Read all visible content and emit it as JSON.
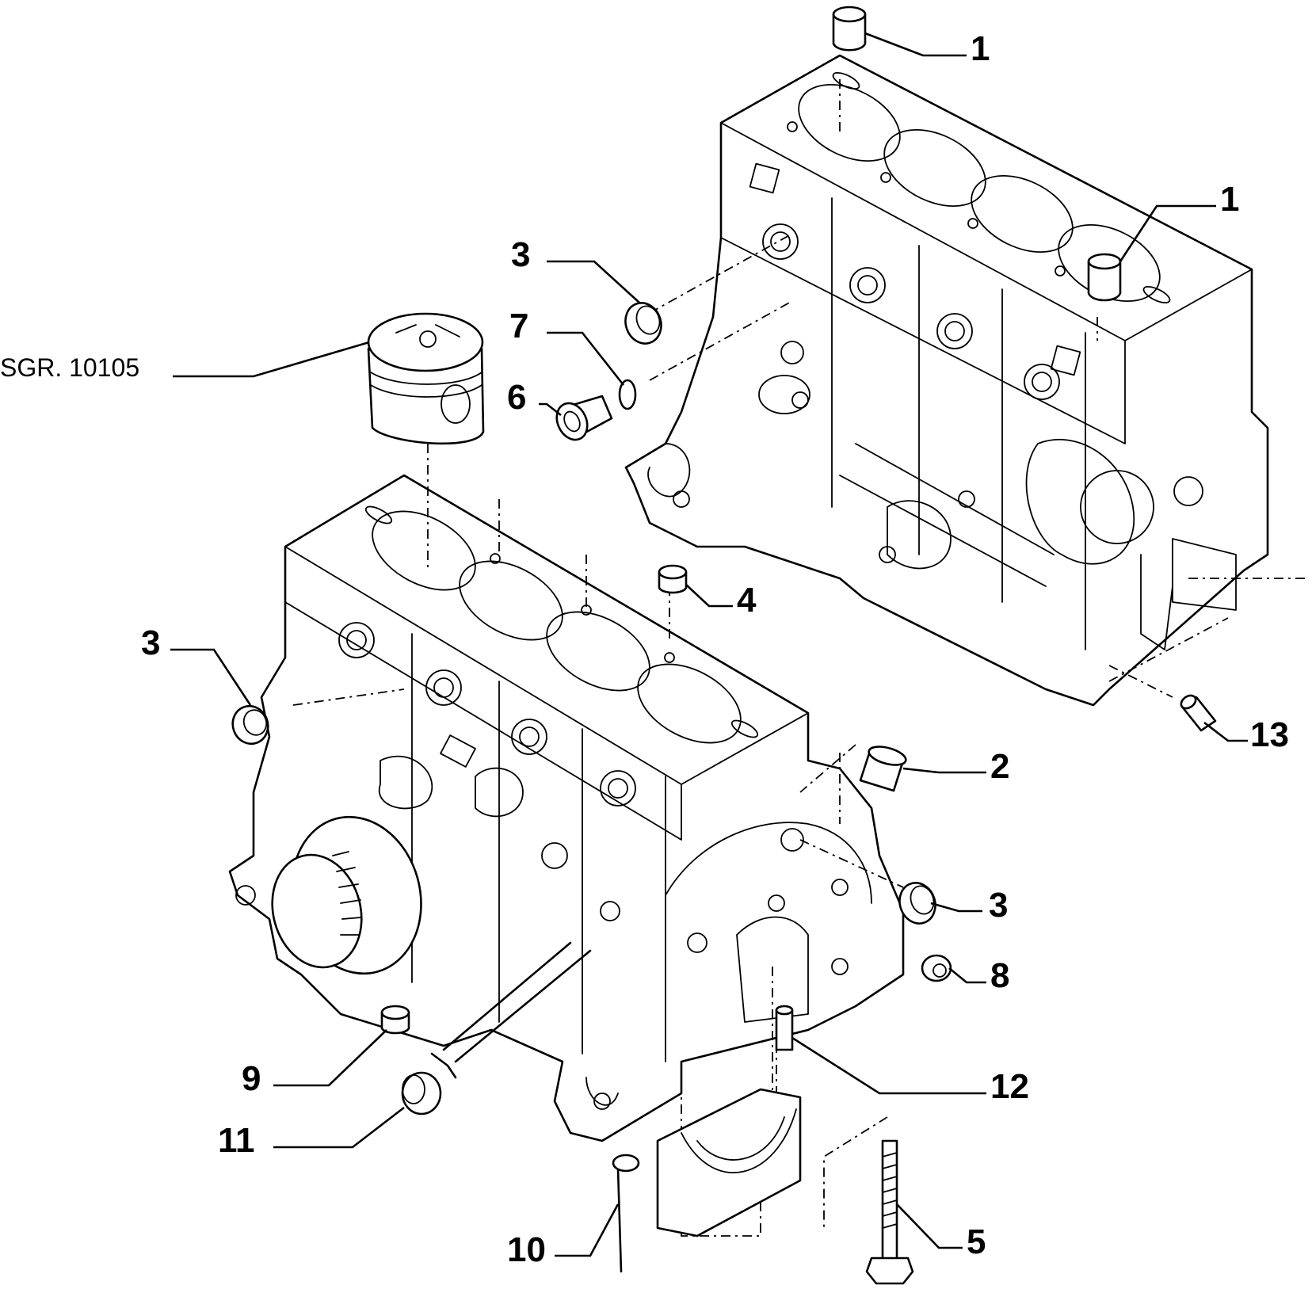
{
  "diagram": {
    "reference": "SGR. 10105",
    "callouts": [
      {
        "id": "c1a",
        "label": "1"
      },
      {
        "id": "c1b",
        "label": "1"
      },
      {
        "id": "c3a",
        "label": "3"
      },
      {
        "id": "c7",
        "label": "7"
      },
      {
        "id": "c6",
        "label": "6"
      },
      {
        "id": "c3b",
        "label": "3"
      },
      {
        "id": "c4",
        "label": "4"
      },
      {
        "id": "c13",
        "label": "13"
      },
      {
        "id": "c2",
        "label": "2"
      },
      {
        "id": "c3c",
        "label": "3"
      },
      {
        "id": "c8",
        "label": "8"
      },
      {
        "id": "c9",
        "label": "9"
      },
      {
        "id": "c12",
        "label": "12"
      },
      {
        "id": "c11",
        "label": "11"
      },
      {
        "id": "c10",
        "label": "10"
      },
      {
        "id": "c5",
        "label": "5"
      }
    ]
  }
}
